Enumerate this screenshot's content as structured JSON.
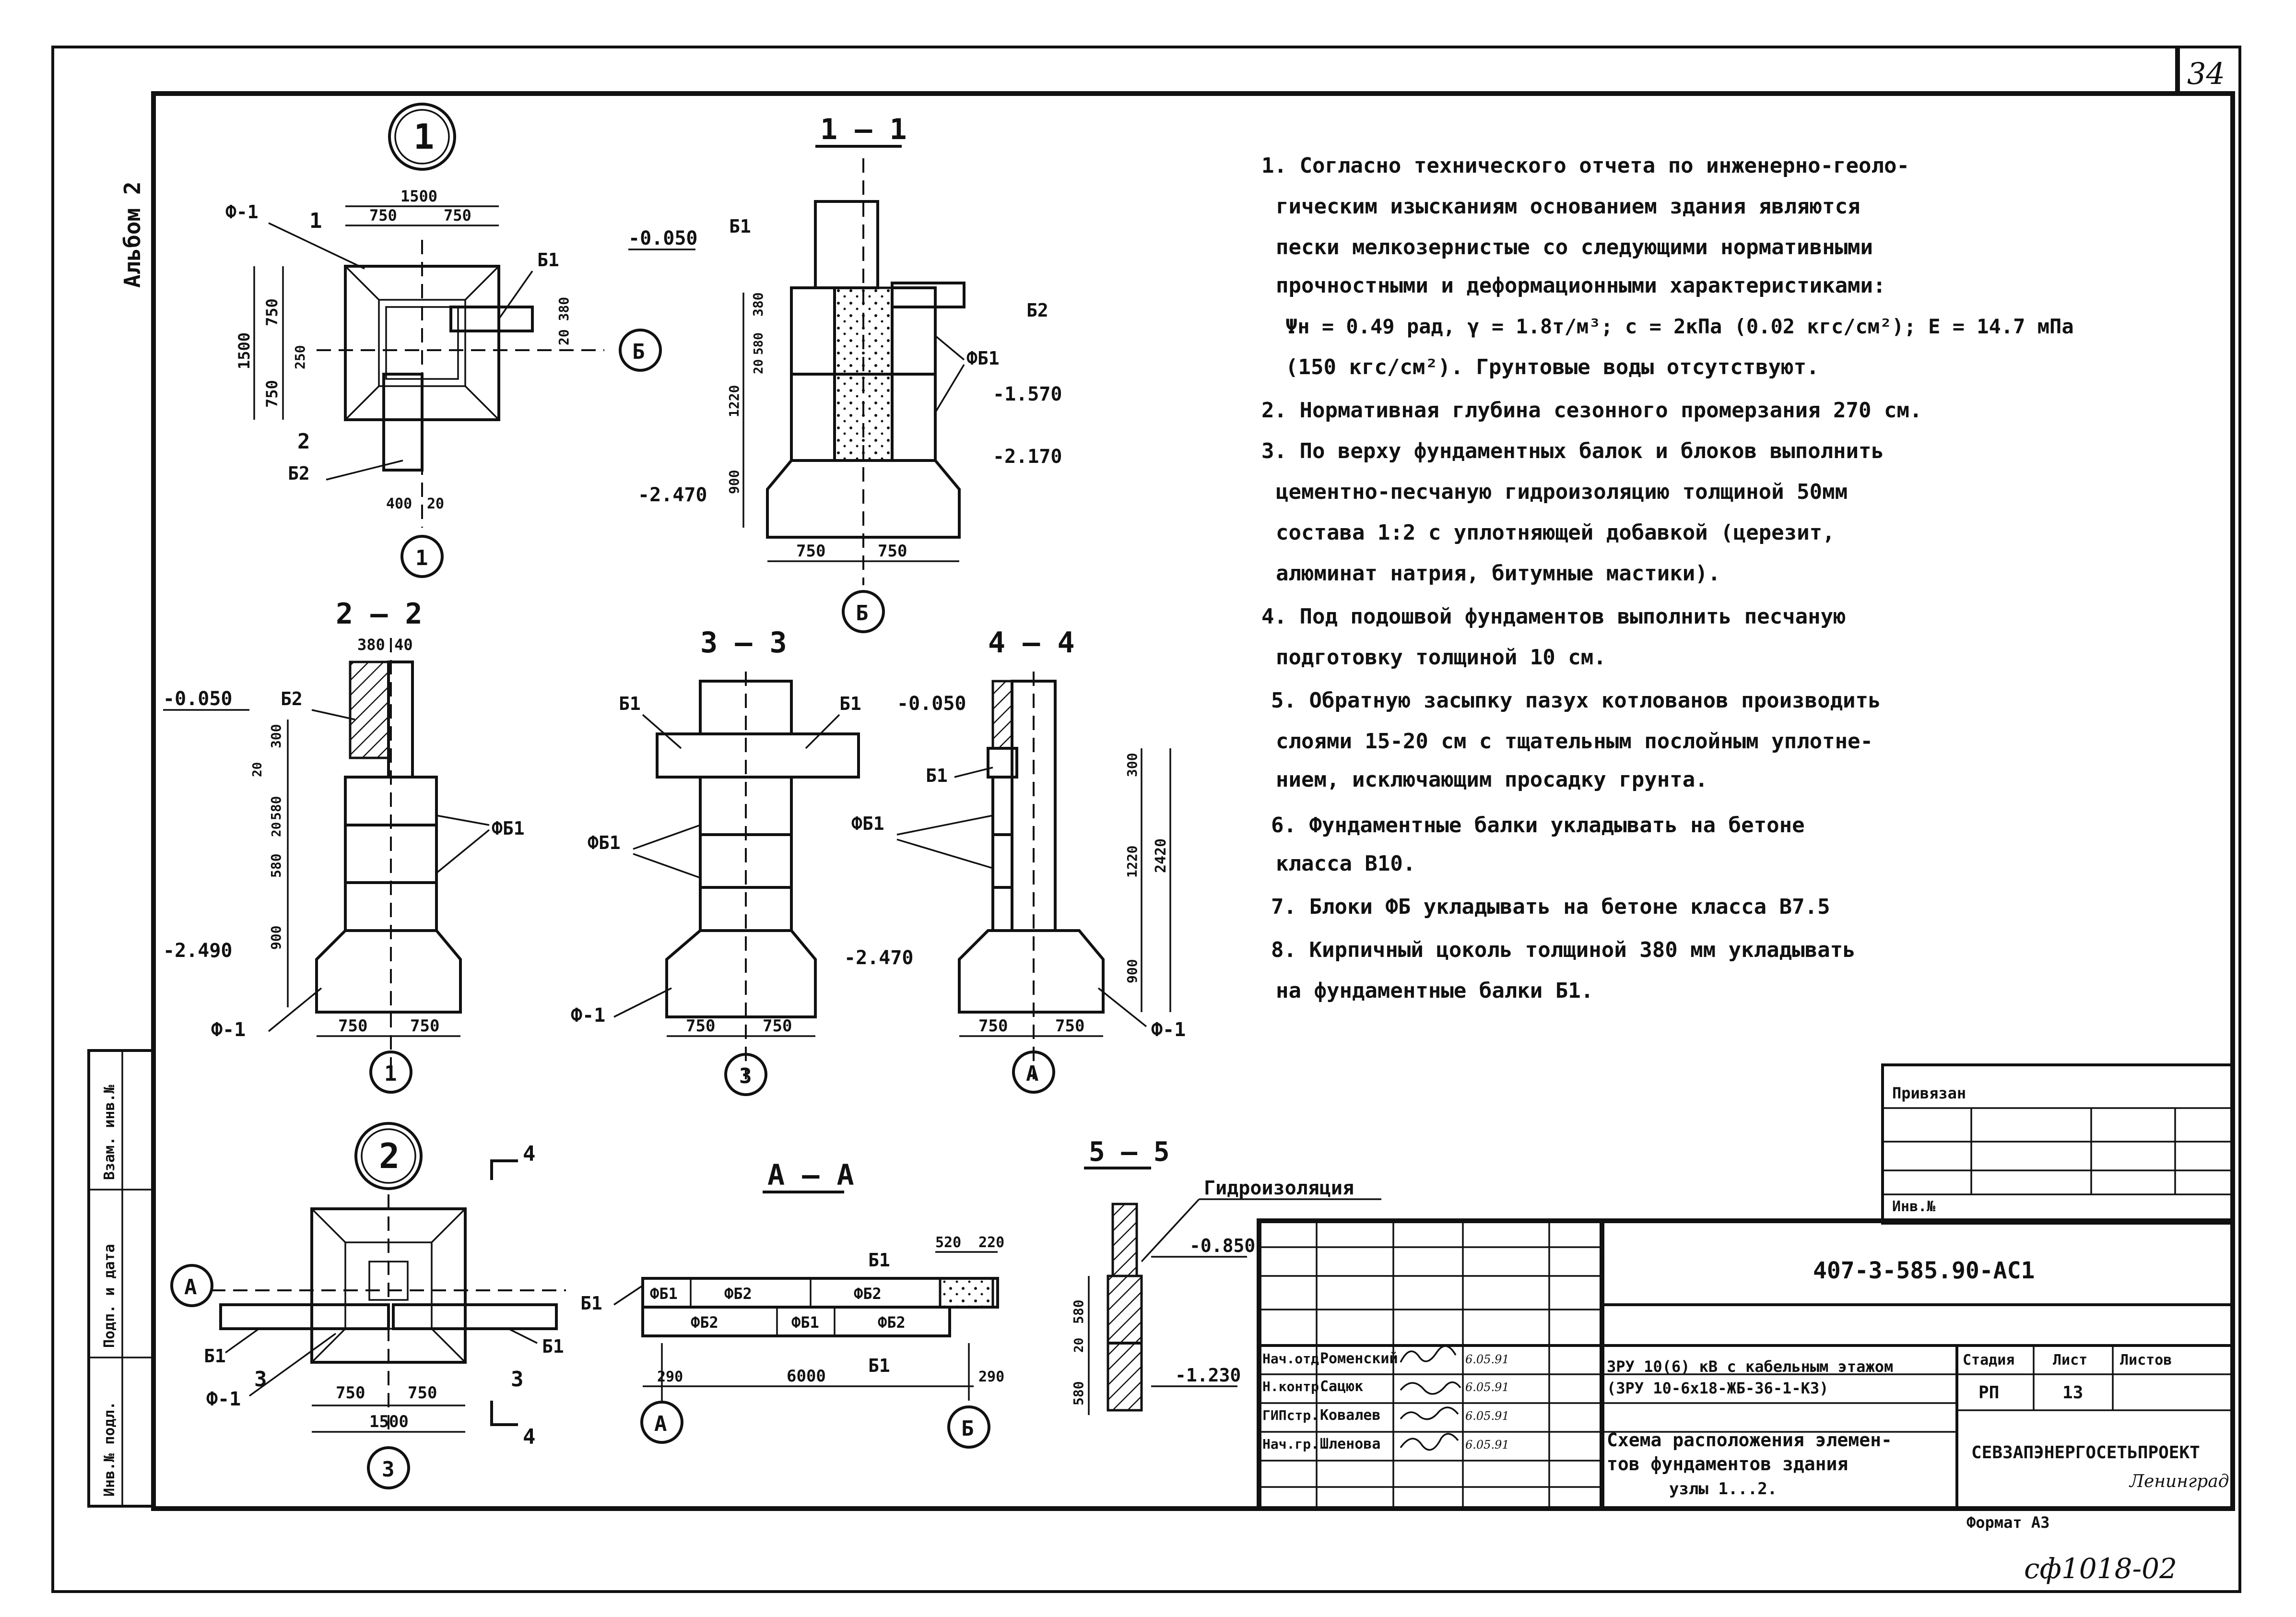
{
  "sheet": {
    "page_number": "34",
    "album_label": "Альбом 2",
    "bottom_handwritten": "сф1018-02",
    "format_label": "Формат А3"
  },
  "notes": [
    "1. Согласно технического отчета по инженерно-геоло-",
    "гическим изысканиям основанием здания являются",
    "пески мелкозернистые со следующими нормативными",
    "прочностными и деформационными характеристиками:",
    "Ψн = 0.49 рад, γ = 1.8т/м³; c = 2кПа (0.02 кгс/см²); E = 14.7 мПа",
    "(150 кгс/см²). Грунтовые воды отсутствуют.",
    "2. Нормативная глубина сезонного промерзания 270 см.",
    "3. По верху фундаментных балок и блоков выполнить",
    "цементно-песчаную гидроизоляцию толщиной 50мм",
    "состава 1:2 с уплотняющей добавкой (церезит,",
    "алюминат натрия, битумные мастики).",
    "4. Под подошвой фундаментов выполнить песчаную",
    "подготовку толщиной 10 см.",
    "5. Обратную засыпку пазух котлованов производить",
    "слоями 15-20 см с тщательным послойным уплотне-",
    "нием, исключающим просадку грунта.",
    "6. Фундаментные балки укладывать на бетоне",
    "класса В10.",
    "7. Блоки ФБ укладывать на бетоне класса В7.5",
    "8. Кирпичный цоколь толщиной 380 мм укладывать",
    "на фундаментные балки Б1."
  ],
  "side_stamp": {
    "cells": [
      "Инв.№ подл.",
      "Подп. и дата",
      "Взам. инв.№"
    ]
  },
  "title_block": {
    "privyazan": "Привязан",
    "inv_no": "Инв.№",
    "code": "407-3-585.90-АС1",
    "project": [
      "ЗРУ 10(6) кВ с кабельным этажом",
      "(ЗРУ 10-6х18-ЖБ-36-1-КЗ)"
    ],
    "drawing_title": [
      "Схема расположения элемен-",
      "тов фундаментов здания",
      "узлы 1...2."
    ],
    "stage_header": "Стадия",
    "sheet_header": "Лист",
    "sheets_header": "Листов",
    "stage": "РП",
    "sheet": "13",
    "org": "СЕВЗАПЭНЕРГОСЕТЬПРОЕКТ",
    "city": "Ленинград",
    "signers": [
      {
        "role": "Нач.отд.",
        "name": "Роменский",
        "date": "6.05.91"
      },
      {
        "role": "Н.контр.",
        "name": "Сацюк",
        "date": "6.05.91"
      },
      {
        "role": "ГИПстр.",
        "name": "Ковалев",
        "date": "6.05.91"
      },
      {
        "role": "Нач.гр.",
        "name": "Шленова",
        "date": "6.05.91"
      }
    ]
  },
  "drawings": {
    "plan1": {
      "marker": "1",
      "width": "1500",
      "half_a": "750",
      "half_b": "750",
      "height": "1500",
      "h_a": "750",
      "h_b": "750",
      "d250": "250",
      "d20_380": "20 380",
      "d400": "400",
      "d20": "20",
      "f1": "Ф-1",
      "b1": "Б1",
      "b2": "Б2",
      "axis": "1",
      "axis_b": "Б",
      "cut1": "1",
      "cut2": "2"
    },
    "sec11": {
      "title": "1 — 1",
      "lvl1": "-0.050",
      "lvl2": "-1.570",
      "lvl3": "-2.170",
      "lvl4": "-2.470",
      "b1": "Б1",
      "b2": "Б2",
      "fb": "ФБ1",
      "d750a": "750",
      "d750b": "750",
      "d380": "380",
      "d1220": "1220",
      "d900": "900",
      "d20": "20",
      "d580": "580",
      "axis": "Б"
    },
    "sec22": {
      "title": "2 — 2",
      "top": "380 40",
      "lvl1": "-0.050",
      "lvl2": "-2.490",
      "b2": "Б2",
      "fb": "ФБ1",
      "f1": "Ф-1",
      "d300": "300",
      "d580": "580",
      "d20": "20",
      "d900": "900",
      "d750a": "750",
      "d750b": "750",
      "axis": "1"
    },
    "sec33": {
      "title": "3 — 3",
      "b1a": "Б1",
      "b1b": "Б1",
      "fb": "ФБ1",
      "f1": "Ф-1",
      "lvl": "-2.470",
      "d750a": "750",
      "d750b": "750",
      "axis": "3"
    },
    "sec44": {
      "title": "4 — 4",
      "lvl": "-0.050",
      "b1": "Б1",
      "fb": "ФБ1",
      "f1": "Ф-1",
      "d300": "300",
      "d1220": "1220",
      "d900": "900",
      "d2420": "2420",
      "d750a": "750",
      "d750b": "750",
      "axis": "А"
    },
    "plan2": {
      "marker": "2",
      "axis_a": "А",
      "b1a": "Б1",
      "b1b": "Б1",
      "f1": "Ф-1",
      "d750a": "750",
      "d750b": "750",
      "d1500": "1500",
      "axis": "3",
      "cut3": "3",
      "cut4": "4"
    },
    "secAA": {
      "title": "А — А",
      "fb1a": "ФБ1",
      "fb2a": "ФБ2",
      "fb2b": "ФБ2",
      "fb2c": "ФБ2",
      "fb1b": "ФБ1",
      "fb2d": "ФБ2",
      "b1a": "Б1",
      "b1top": "Б1",
      "b1bot": "Б1",
      "d520": "520",
      "d220": "220",
      "d290a": "290",
      "d6000": "6000",
      "d290b": "290",
      "axis_a": "А",
      "axis_b": "Б"
    },
    "sec55": {
      "title": "5 — 5",
      "label": "Гидроизоляция",
      "lvl1": "-0.850",
      "lvl2": "-1.230",
      "d580a": "580",
      "d20": "20",
      "d580b": "580"
    }
  }
}
